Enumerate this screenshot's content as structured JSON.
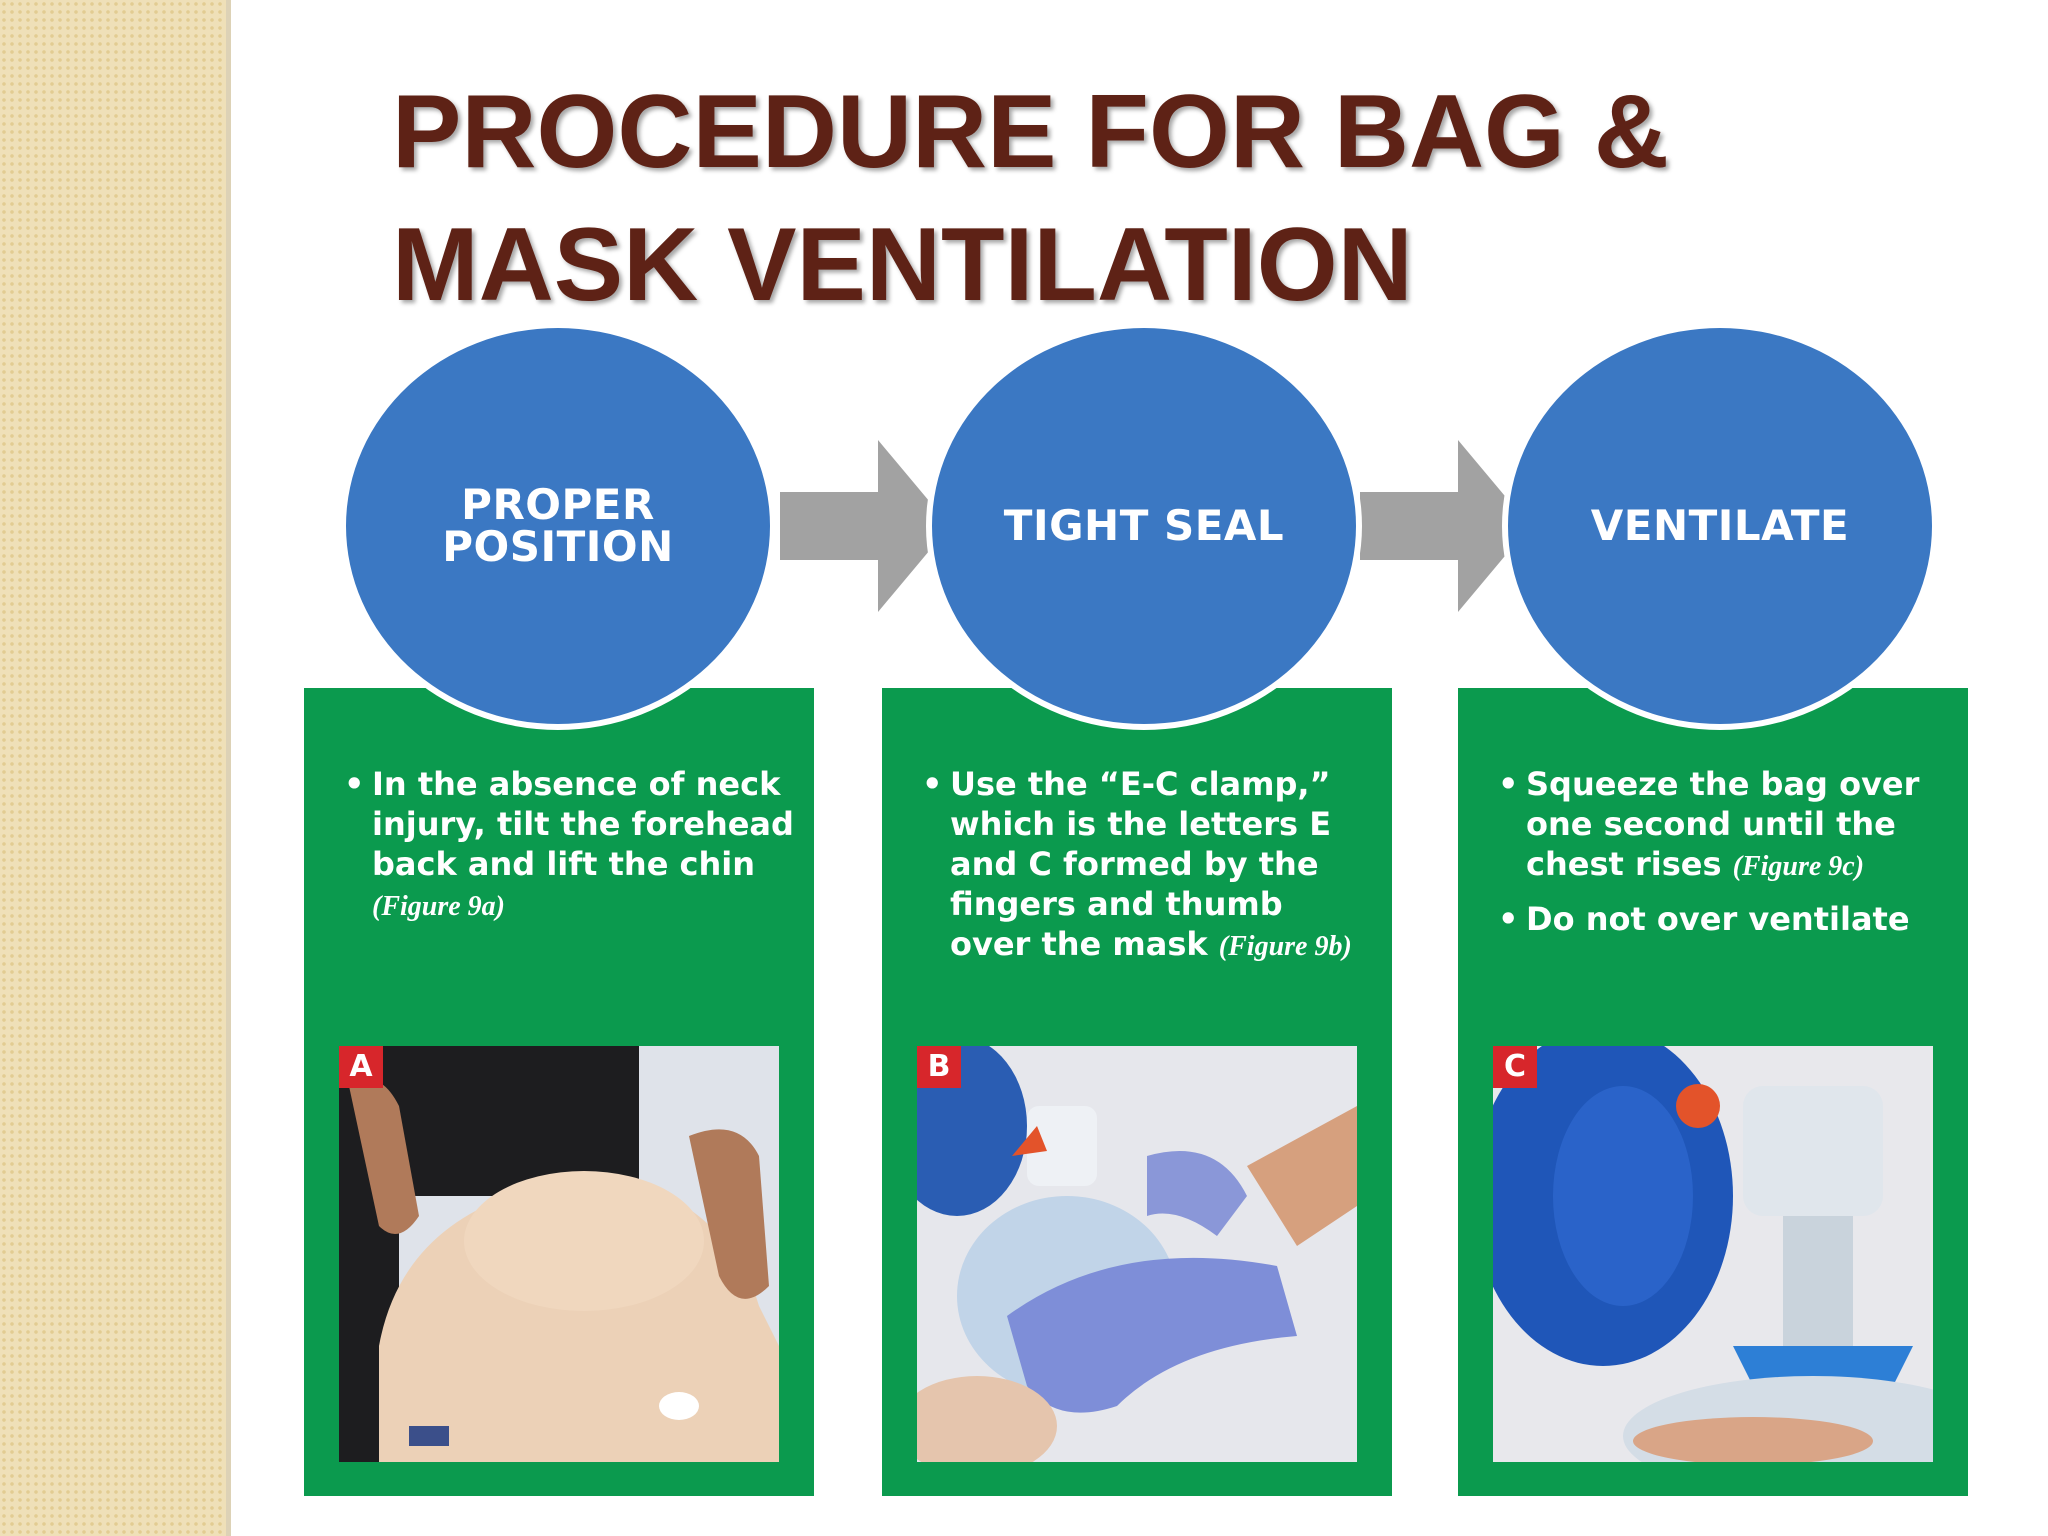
{
  "slide": {
    "title": "PROCEDURE FOR BAG & MASK VENTILATION",
    "colors": {
      "title": "#5e2216",
      "circle": "#3b78c3",
      "panel": "#0b9a4e",
      "arrow": "#a2a2a2",
      "badge": "#d7262b"
    }
  },
  "steps": [
    {
      "circle_label": "PROPER\nPOSITION",
      "bullets": [
        {
          "text": "In the absence of neck injury, tilt the forehead back and lift the chin ",
          "cite": "(Figure 9a)"
        }
      ],
      "photo_badge": "A",
      "photo_icon": "manikin-head-tilt-chin-lift-photo"
    },
    {
      "circle_label": "TIGHT SEAL",
      "bullets": [
        {
          "text": "Use the “E-C clamp,” which is the letters E and C formed by the fingers and thumb over the mask ",
          "cite": "(Figure 9b)"
        }
      ],
      "photo_badge": "B",
      "photo_icon": "ec-clamp-mask-seal-photo"
    },
    {
      "circle_label": "VENTILATE",
      "bullets": [
        {
          "text": "Squeeze the bag over one second until the chest rises ",
          "cite": "(Figure 9c)"
        },
        {
          "text": "Do not over ventilate",
          "cite": ""
        }
      ],
      "photo_badge": "C",
      "photo_icon": "bag-squeeze-ventilation-photo"
    }
  ]
}
